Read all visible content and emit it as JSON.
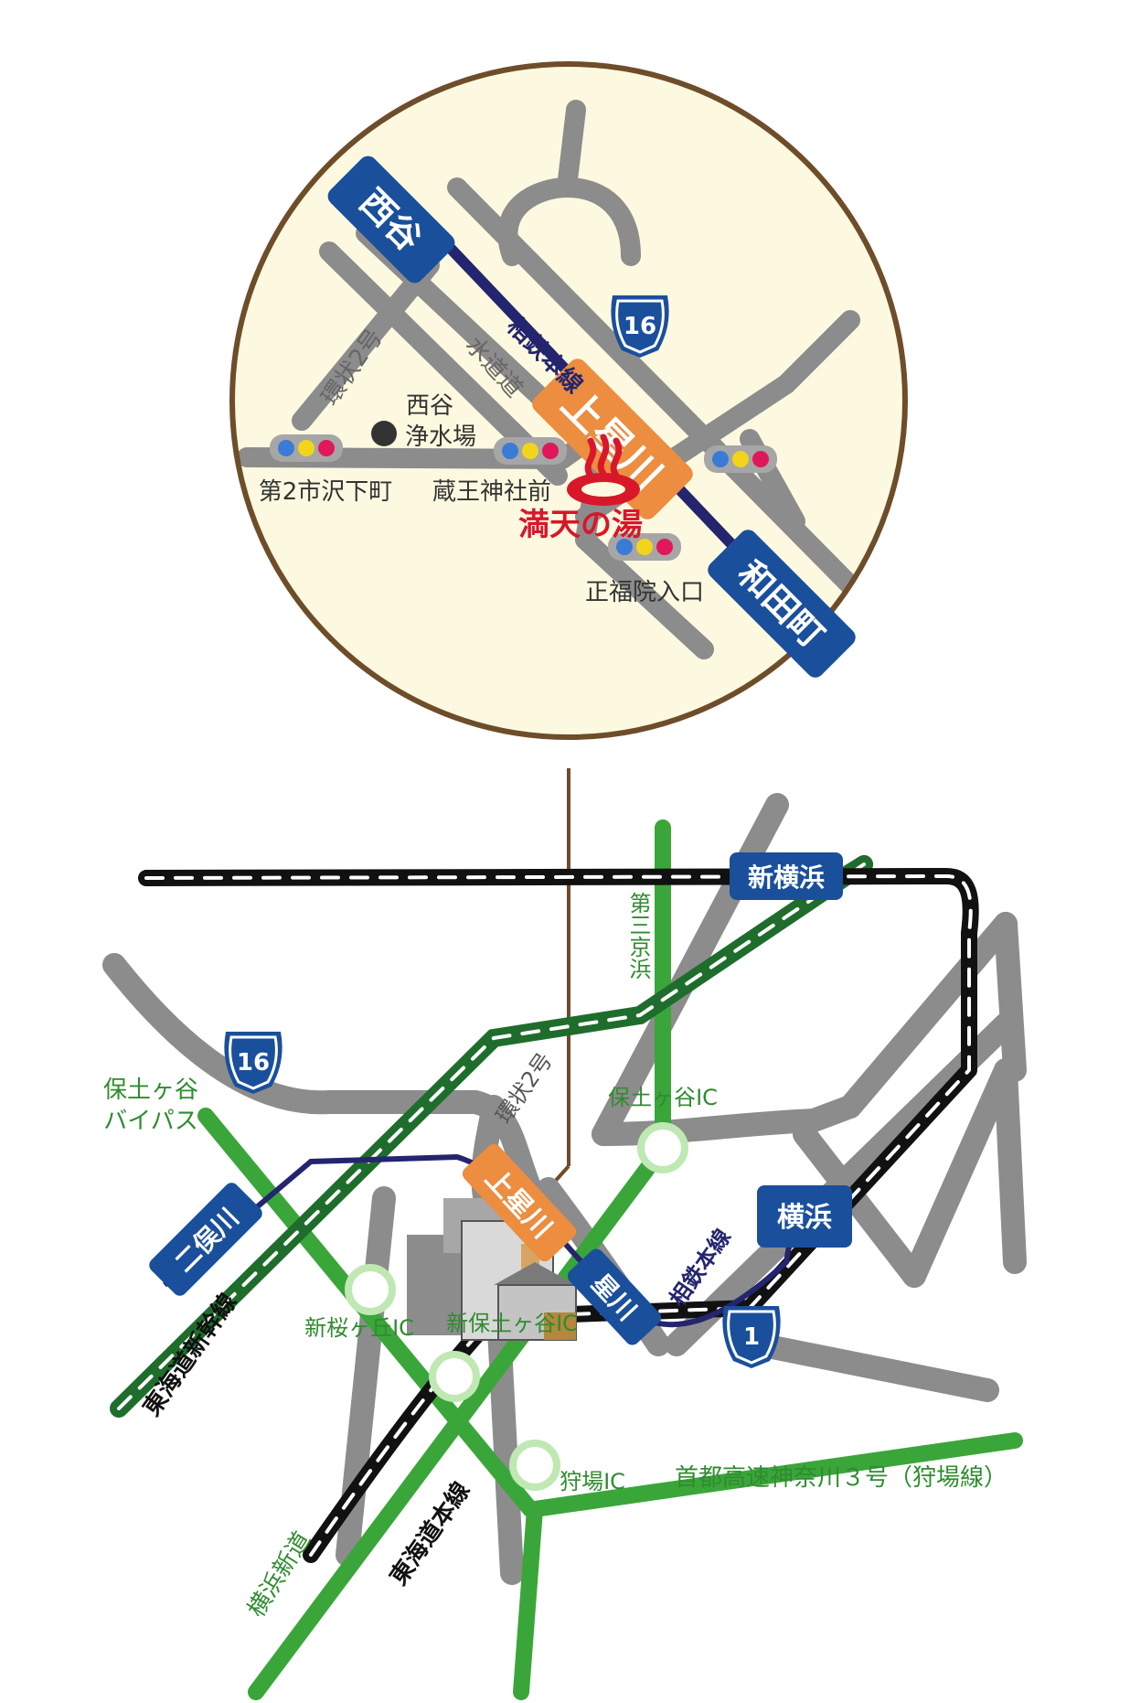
{
  "detail": {
    "stations": {
      "nishiya": "西谷",
      "kamihoshikawa": "上星川",
      "wadamachi": "和田町"
    },
    "lines": {
      "sotetsu": "相鉄本線",
      "kanjo2": "環状2号",
      "suido": "水道道"
    },
    "route_shield": "16",
    "places": {
      "josui_1": "西谷",
      "josui_2": "浄水場",
      "destination": "満天の湯"
    },
    "intersections": {
      "shimachi": "第2市沢下町",
      "zao": "蔵王神社前",
      "shofukuin": "正福院入口"
    }
  },
  "overview": {
    "stations": {
      "shinyokohama": "新横浜",
      "yokohama": "横浜",
      "kamihoshikawa": "上星川",
      "hoshikawa": "星川",
      "futamatagawa": "二俣川"
    },
    "roads": {
      "daisan_keihin": "第三京浜",
      "kanjo2": "環状2号",
      "hodogaya_bypass_1": "保土ヶ谷",
      "hodogaya_bypass_2": "バイパス",
      "yokohama_shindo": "横浜新道",
      "shutoko_k3": "首都高速神奈川３号（狩場線）"
    },
    "rail": {
      "shinkansen": "東海道新幹線",
      "tokaido": "東海道本線",
      "sotetsu": "相鉄本線"
    },
    "interchanges": {
      "hodogaya": "保土ヶ谷IC",
      "shinsakuragaoka": "新桜ヶ丘IC",
      "shinhodogaya": "新保土ヶ谷IC",
      "kariba": "狩場IC"
    },
    "route_shields": {
      "r16": "16",
      "r1": "1"
    }
  },
  "colors": {
    "station_blue": "#1a4f9c",
    "station_orange": "#ec8d3f",
    "sotetsu_navy": "#24256e",
    "road_gray": "#8c8c8c",
    "expressway_green": "#3aa63a",
    "shinkansen_green": "#1f6d2c",
    "brown_connector": "#6e4d2a",
    "circle_bg": "#fdf9e0",
    "destination_red": "#d8172a"
  },
  "icons": [
    "hot-spring-icon",
    "traffic-signal-icon",
    "route-shield-icon",
    "building-illustration"
  ]
}
